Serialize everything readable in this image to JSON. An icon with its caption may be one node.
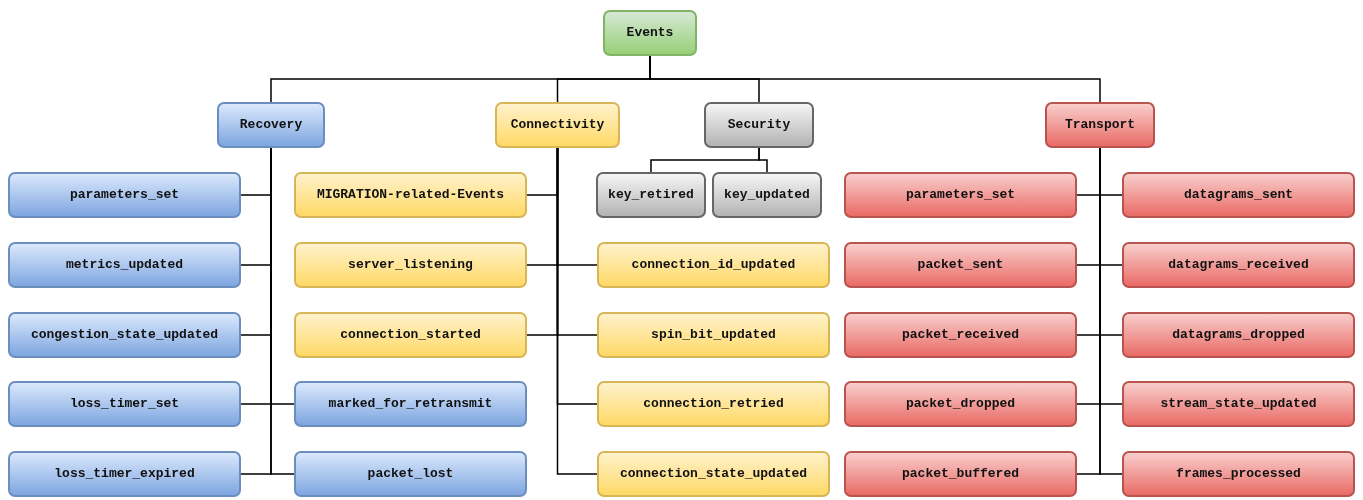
{
  "diagram": {
    "nodes": [
      {
        "text": [
          "Events"
        ]
      },
      {
        "text": [
          "Recovery"
        ]
      },
      {
        "text": [
          "Connectivity"
        ]
      },
      {
        "text": [
          "Security"
        ]
      },
      {
        "text": [
          "Transport"
        ]
      },
      {
        "text": [
          "parameters_set"
        ]
      },
      {
        "text": [
          "metrics_updated"
        ]
      },
      {
        "text": [
          "congestion_state_updated"
        ]
      },
      {
        "text": [
          "loss_timer_set"
        ]
      },
      {
        "text": [
          "loss_timer_expired"
        ]
      },
      {
        "text": [
          "marked_for_retransmit"
        ]
      },
      {
        "text": [
          "packet_lost"
        ]
      },
      {
        "text": [
          "MIGRATION-related-Events"
        ]
      },
      {
        "text": [
          "server_listening"
        ]
      },
      {
        "text": [
          "connection_started"
        ]
      },
      {
        "text": [
          "connection_id_updated"
        ]
      },
      {
        "text": [
          "spin_bit_updated"
        ]
      },
      {
        "text": [
          "connection_retried"
        ]
      },
      {
        "text": [
          "connection_state_updated"
        ]
      },
      {
        "text": [
          "key_retired"
        ]
      },
      {
        "text": [
          "key_updated"
        ]
      },
      {
        "text": [
          "parameters_set"
        ]
      },
      {
        "text": [
          "packet_sent"
        ]
      },
      {
        "text": [
          "packet_received"
        ]
      },
      {
        "text": [
          "packet_dropped"
        ]
      },
      {
        "text": [
          "packet_buffered"
        ]
      },
      {
        "text": [
          "datagrams_sent"
        ]
      },
      {
        "text": [
          "datagrams_received"
        ]
      },
      {
        "text": [
          "datagrams_dropped"
        ]
      },
      {
        "text": [
          "stream_state_updated"
        ]
      },
      {
        "text": [
          "frames_processed"
        ]
      }
    ],
    "edges": [
      {
        "from": 0,
        "to": 1,
        "arrow": "none"
      },
      {
        "from": 0,
        "to": 2,
        "arrow": "none"
      },
      {
        "from": 0,
        "to": 3,
        "arrow": "none"
      },
      {
        "from": 0,
        "to": 4,
        "arrow": "none"
      },
      {
        "from": 1,
        "to": 5,
        "arrow": "none"
      },
      {
        "from": 1,
        "to": 6,
        "arrow": "none"
      },
      {
        "from": 1,
        "to": 7,
        "arrow": "none"
      },
      {
        "from": 1,
        "to": 8,
        "arrow": "none"
      },
      {
        "from": 1,
        "to": 9,
        "arrow": "none"
      },
      {
        "from": 1,
        "to": 10,
        "arrow": "none"
      },
      {
        "from": 1,
        "to": 11,
        "arrow": "none"
      },
      {
        "from": 2,
        "to": 12,
        "arrow": "none"
      },
      {
        "from": 2,
        "to": 13,
        "arrow": "none"
      },
      {
        "from": 2,
        "to": 14,
        "arrow": "none"
      },
      {
        "from": 2,
        "to": 15,
        "arrow": "none"
      },
      {
        "from": 2,
        "to": 16,
        "arrow": "none"
      },
      {
        "from": 2,
        "to": 17,
        "arrow": "none"
      },
      {
        "from": 2,
        "to": 18,
        "arrow": "none"
      },
      {
        "from": 3,
        "to": 19,
        "arrow": "none"
      },
      {
        "from": 3,
        "to": 20,
        "arrow": "none"
      },
      {
        "from": 4,
        "to": 21,
        "arrow": "none"
      },
      {
        "from": 4,
        "to": 22,
        "arrow": "none"
      },
      {
        "from": 4,
        "to": 23,
        "arrow": "none"
      },
      {
        "from": 4,
        "to": 24,
        "arrow": "none"
      },
      {
        "from": 4,
        "to": 25,
        "arrow": "none"
      },
      {
        "from": 4,
        "to": 26,
        "arrow": "none"
      },
      {
        "from": 4,
        "to": 27,
        "arrow": "none"
      },
      {
        "from": 4,
        "to": 28,
        "arrow": "none"
      },
      {
        "from": 4,
        "to": 29,
        "arrow": "none"
      },
      {
        "from": 4,
        "to": 30,
        "arrow": "none"
      }
    ]
  }
}
